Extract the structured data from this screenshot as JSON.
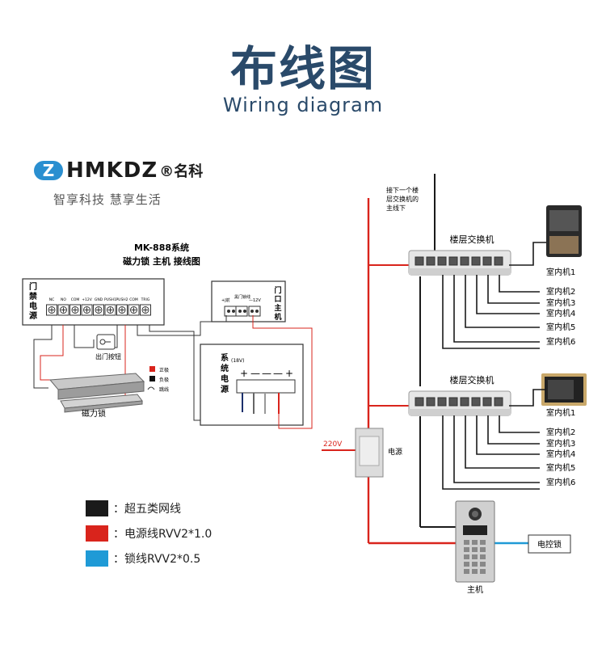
{
  "header": {
    "title": "布线图",
    "subtitle": "Wiring diagram"
  },
  "brand": {
    "logo_letter": "Z",
    "logo_name": "HMKDZ",
    "logo_mark": "®名科",
    "slogan": "智享科技 慧享生活"
  },
  "left_diagram": {
    "heading_line1": "MK-888系统",
    "heading_line2": "磁力锁 主机 接线图",
    "panel_left_label": [
      "门",
      "禁",
      "电",
      "源"
    ],
    "terminals": [
      "NC",
      "NO",
      "COM",
      "+12V",
      "GND",
      "PUSH1",
      "PUSH2",
      "COM",
      "TRIG"
    ],
    "panel_right_label": [
      "门",
      "口",
      "主",
      "机"
    ],
    "panel_right_terminals": [
      "+J前",
      "黑门锁线",
      "—12V"
    ],
    "power_box_label": [
      "系",
      "统",
      "电",
      "源"
    ],
    "power_box_voltage": "(18V)",
    "power_box_signs": [
      "+",
      "—",
      "—",
      "—",
      "+"
    ],
    "exit_button_label": "出门按钮",
    "maglock_label": "磁力锁",
    "mini_legend": [
      "正极",
      "负极",
      "跳线"
    ]
  },
  "right_diagram": {
    "note_lines": [
      "接下一个楼",
      "层交换机的",
      "主线下"
    ],
    "switch_label": "楼层交换机",
    "indoor_units_top": [
      "室内机1",
      "室内机2",
      "室内机3",
      "室内机4",
      "室内机5",
      "室内机6"
    ],
    "indoor_units_bottom": [
      "室内机1",
      "室内机2",
      "室内机3",
      "室内机4",
      "室内机5",
      "室内机6"
    ],
    "ac_label": "220V",
    "power_label": "电源",
    "elock_label": "电控锁",
    "main_unit_label": "主机"
  },
  "legend": [
    {
      "label": "：超五类网线",
      "color": "#1a1a1a"
    },
    {
      "label": "：电源线RVV2*1.0",
      "color": "#d9241c"
    },
    {
      "label": "：锁线RVV2*0.5",
      "color": "#1f9ad6"
    }
  ],
  "colors": {
    "network": "#1a1a1a",
    "power": "#d9241c",
    "lock": "#1f9ad6",
    "title": "#2a4a6a"
  }
}
